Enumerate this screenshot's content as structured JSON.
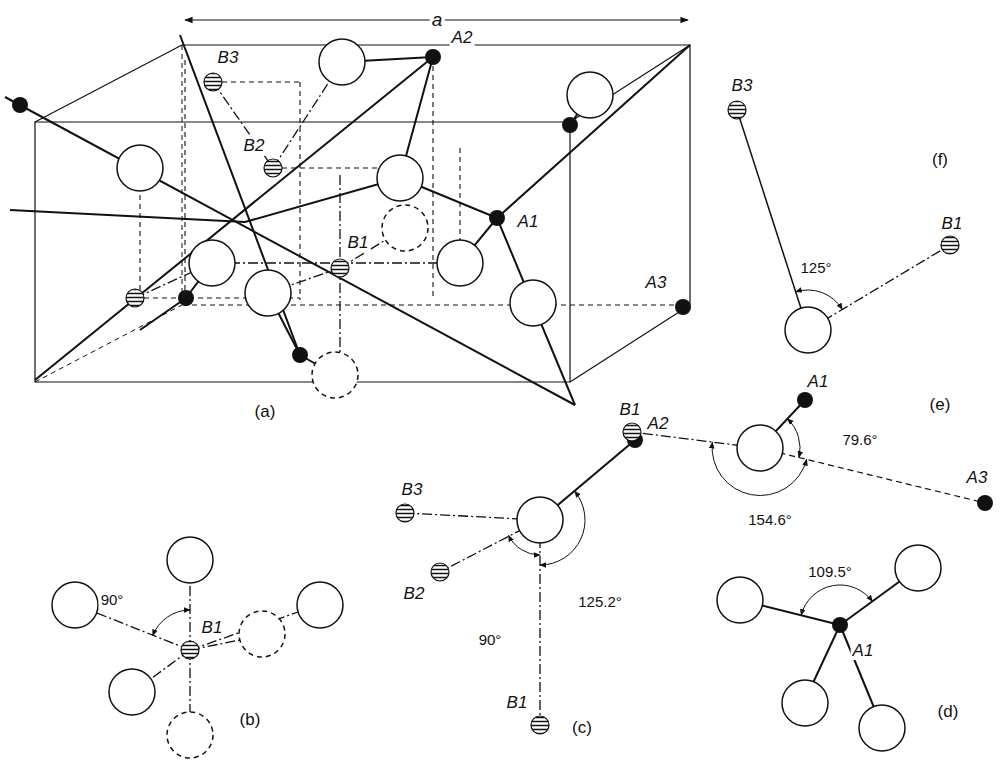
{
  "diagram": {
    "labels": [
      "a",
      "A2",
      "B3",
      "B2",
      "B1",
      "A1",
      "A3",
      "(a)",
      "B3",
      "(f)",
      "125°",
      "B1",
      "A1",
      "(e)",
      "B1",
      "79.6°",
      "A3",
      "154.6°",
      "90°",
      "B1",
      "(b)",
      "A2",
      "B3",
      "125.2°",
      "B2",
      "90°",
      "B1",
      "(c)",
      "109.5°",
      "A1",
      "(d)"
    ]
  }
}
